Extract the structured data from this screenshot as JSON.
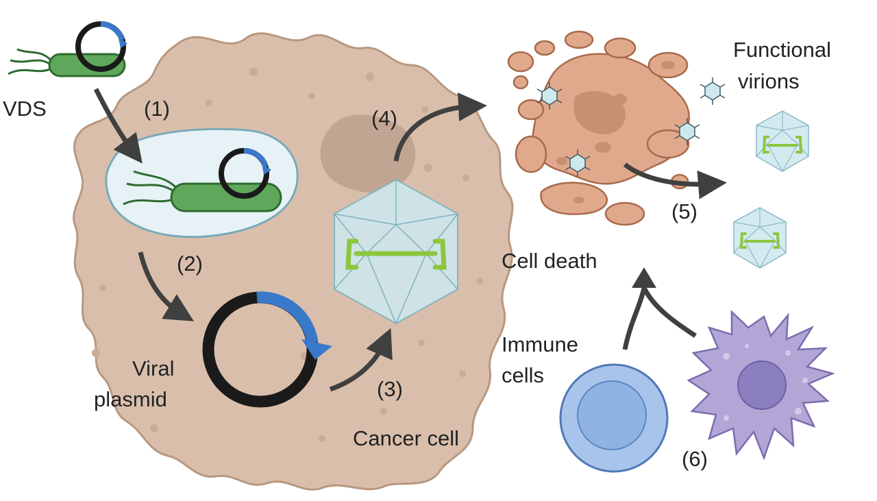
{
  "labels": {
    "vds": "VDS",
    "step1": "(1)",
    "step2": "(2)",
    "step3": "(3)",
    "step4": "(4)",
    "step5": "(5)",
    "step6": "(6)",
    "viral": "Viral",
    "plasmid": "plasmid",
    "cancer_cell": "Cancer cell",
    "cell_death": "Cell death",
    "functional": "Functional",
    "virions": "virions",
    "immune": "Immune",
    "cells": "cells"
  },
  "colors": {
    "cancer_cell_fill": "#d9bfab",
    "cancer_cell_stroke": "#b8977e",
    "nucleus": "#b79a87",
    "bacterium_fill": "#5fa75a",
    "bacterium_stroke": "#2e6b30",
    "plasmid_ring": "#1a1a1a",
    "plasmid_gene": "#3a79c9",
    "vacuole_fill": "#e6f2f6",
    "vacuole_stroke": "#7aa9b8",
    "capsid_fill": "#cfe8ee",
    "capsid_stroke": "#7fb1bf",
    "genome_green": "#8cc63f",
    "debris_fill": "#e0a98c",
    "debris_stroke": "#a8694c",
    "arrow": "#404040",
    "t_cell": "#8fb3e3",
    "dendritic_cell": "#b3a6d6"
  }
}
